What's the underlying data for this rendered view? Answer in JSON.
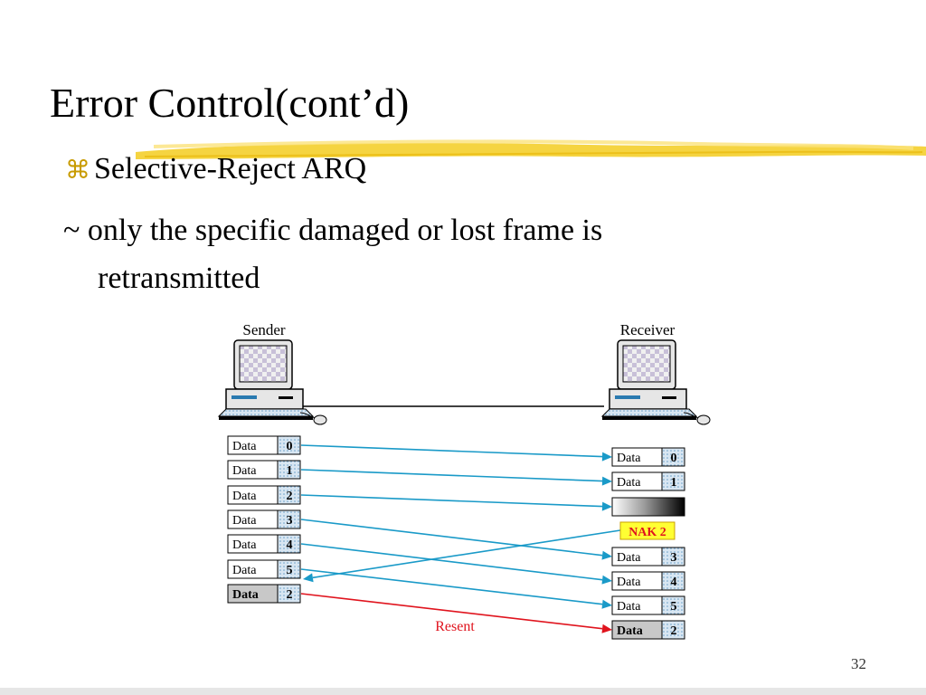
{
  "slide": {
    "title": "Error Control(cont’d)",
    "bullet_symbol": "⌘",
    "bullet": "Selective-Reject ARQ",
    "line1": "~ only the specific damaged or lost frame is",
    "line2": "retransmitted",
    "page_number": "32"
  },
  "diagram": {
    "sender_label": "Sender",
    "receiver_label": "Receiver",
    "frame_text": "Data",
    "sender_frames": [
      "0",
      "1",
      "2",
      "3",
      "4",
      "5",
      "2"
    ],
    "receiver_frames": [
      "0",
      "1",
      "",
      "3",
      "4",
      "5",
      "2"
    ],
    "nak_label": "NAK 2",
    "resent_label": "Resent",
    "colors": {
      "arrow": "#1a9ac8",
      "resent": "#e0141e",
      "nak_bg": "#ffff33",
      "nak_text": "#e0141e",
      "highlight": "#f7d84a"
    }
  }
}
